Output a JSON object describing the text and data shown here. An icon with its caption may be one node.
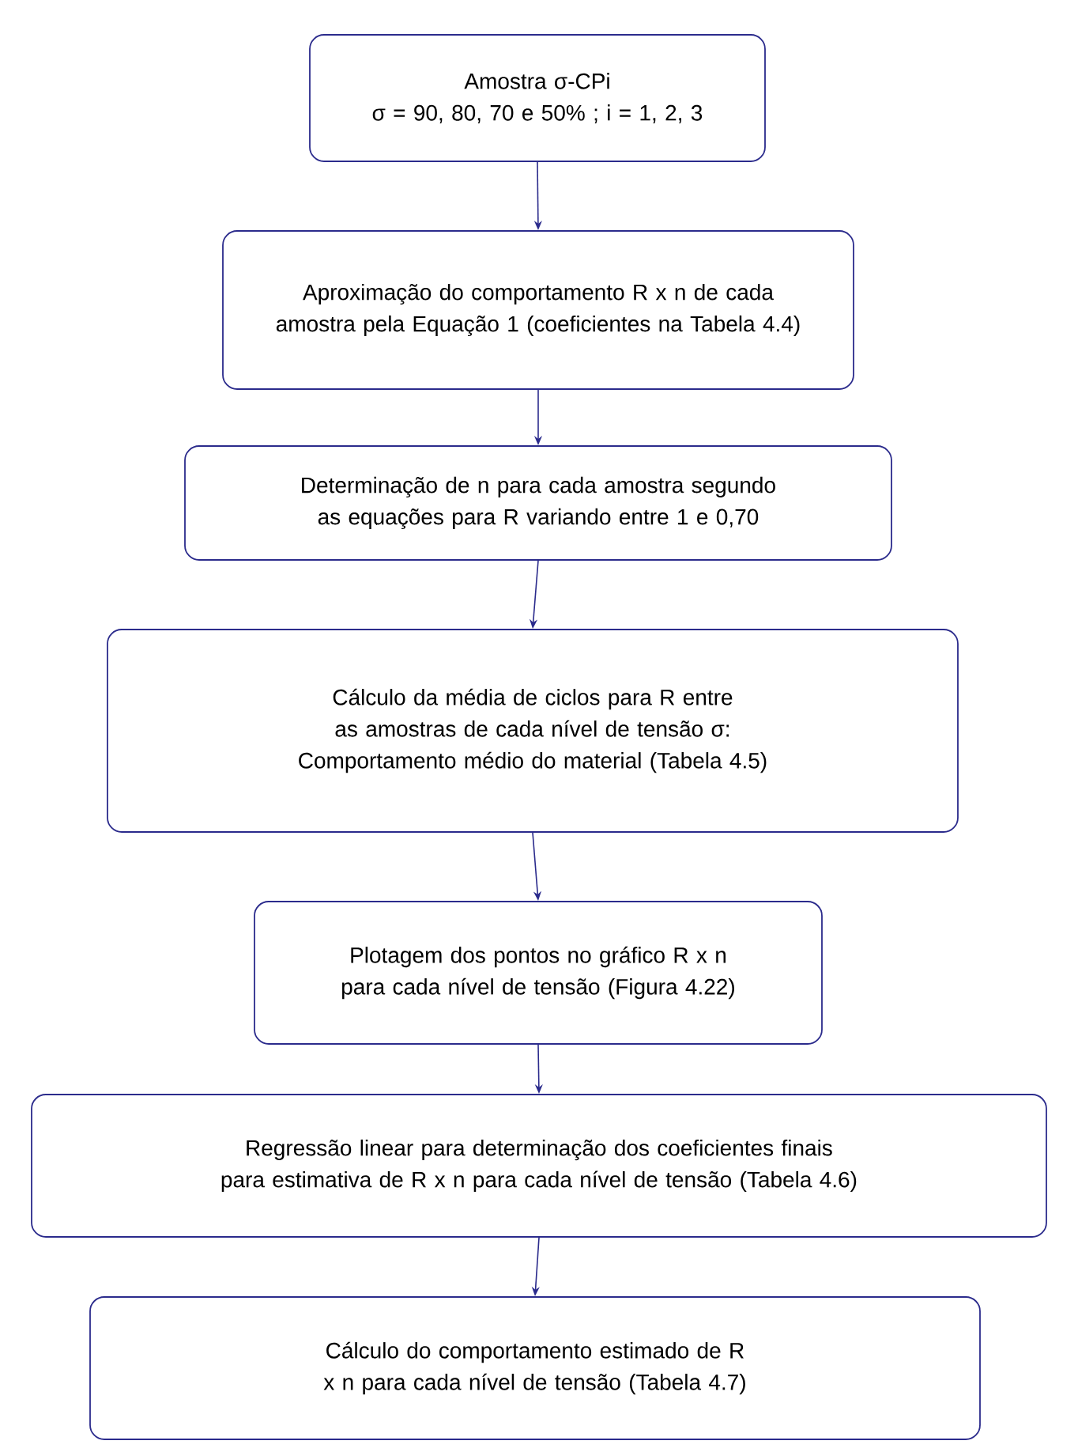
{
  "diagram": {
    "nodes": [
      {
        "text": [
          "Amostra σ-CPi",
          "σ = 90, 80, 70 e 50% ; i = 1, 2, 3"
        ]
      },
      {
        "text": [
          "Aproximação do comportamento R x n de cada amostra pela Equação 1 (coeficientes na Tabela 4.4)"
        ]
      },
      {
        "text": [
          "Determinação de n para cada amostra segundo as equações para R variando entre 1 e 0,70"
        ]
      },
      {
        "text": [
          "Cálculo da média de ciclos para R entre as amostras de cada nível de tensão σ: Comportamento médio do material (Tabela 4.5)"
        ]
      },
      {
        "text": [
          "Plotagem dos pontos no gráfico R x n para cada nível de tensão (Figura 4.22)"
        ]
      },
      {
        "text": [
          "Regressão linear para determinação dos coeficientes finais para estimativa de R x n para cada nível de tensão (Tabela 4.6)"
        ]
      },
      {
        "text": [
          "Cálculo do comportamento estimado de R x n para cada nível de tensão (Tabela 4.7)"
        ]
      }
    ],
    "edges": [
      {
        "from": 0,
        "to": 1,
        "arrow": "to"
      },
      {
        "from": 1,
        "to": 2,
        "arrow": "to"
      },
      {
        "from": 2,
        "to": 3,
        "arrow": "to"
      },
      {
        "from": 3,
        "to": 4,
        "arrow": "to"
      },
      {
        "from": 4,
        "to": 5,
        "arrow": "to"
      },
      {
        "from": 5,
        "to": 6,
        "arrow": "to"
      }
    ]
  }
}
